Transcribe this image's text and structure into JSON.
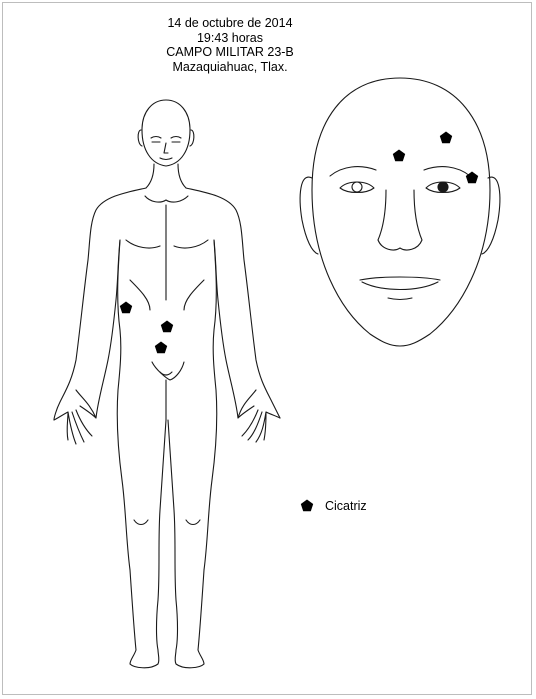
{
  "header": {
    "date": "14 de octubre de 2014",
    "time": "19:43 horas",
    "place": "CAMPO MILITAR 23-B",
    "location": "Mazaquiahuac, Tlax."
  },
  "legend": {
    "marker_icon": "pentagon-marker-icon",
    "label": "Cicatriz"
  },
  "colors": {
    "marker": "#000000",
    "outline": "#1a1a1a",
    "border": "#bdbdbd"
  }
}
